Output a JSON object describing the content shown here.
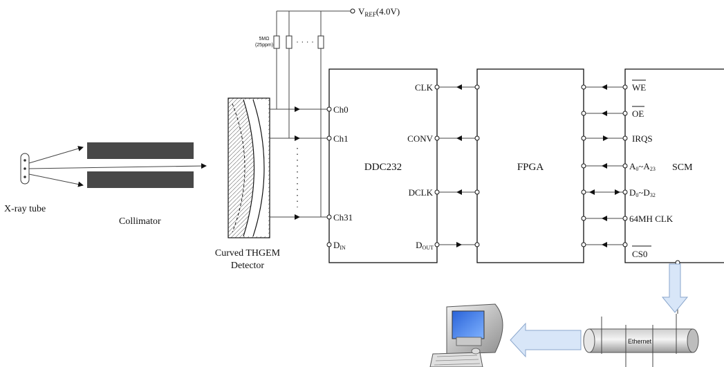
{
  "xray": {
    "label": "X-ray tube"
  },
  "collimator": {
    "label": "Collimator"
  },
  "detector": {
    "line1": "Curved THGEM",
    "line2": "Detector"
  },
  "vref": {
    "prefix": "V",
    "sub": "REF",
    "suffix": "(4.0V)"
  },
  "resistor": {
    "value": "5MΩ",
    "tolerance": "(25ppm)"
  },
  "ddc": {
    "name": "DDC232",
    "inputs": {
      "ch0": "Ch0",
      "ch1": "Ch1",
      "ch31": "Ch31",
      "din_main": "D",
      "din_sub": "IN"
    },
    "outputs": {
      "clk": "CLK",
      "conv": "CONV",
      "dclk": "DCLK",
      "dout_main": "D",
      "dout_sub": "OUT"
    }
  },
  "fpga": {
    "name": "FPGA"
  },
  "scm": {
    "name": "SCM",
    "we": "WE",
    "oe": "OE",
    "irqs": "IRQS",
    "addr": {
      "a": "A",
      "s0": "0",
      "mid": "~A",
      "s1": "23"
    },
    "data": {
      "a": "D",
      "s0": "0",
      "mid": "~D",
      "s1": "32"
    },
    "clk": "64MH CLK",
    "cs": "CS0"
  },
  "ethernet": {
    "label": "Ethernet"
  }
}
